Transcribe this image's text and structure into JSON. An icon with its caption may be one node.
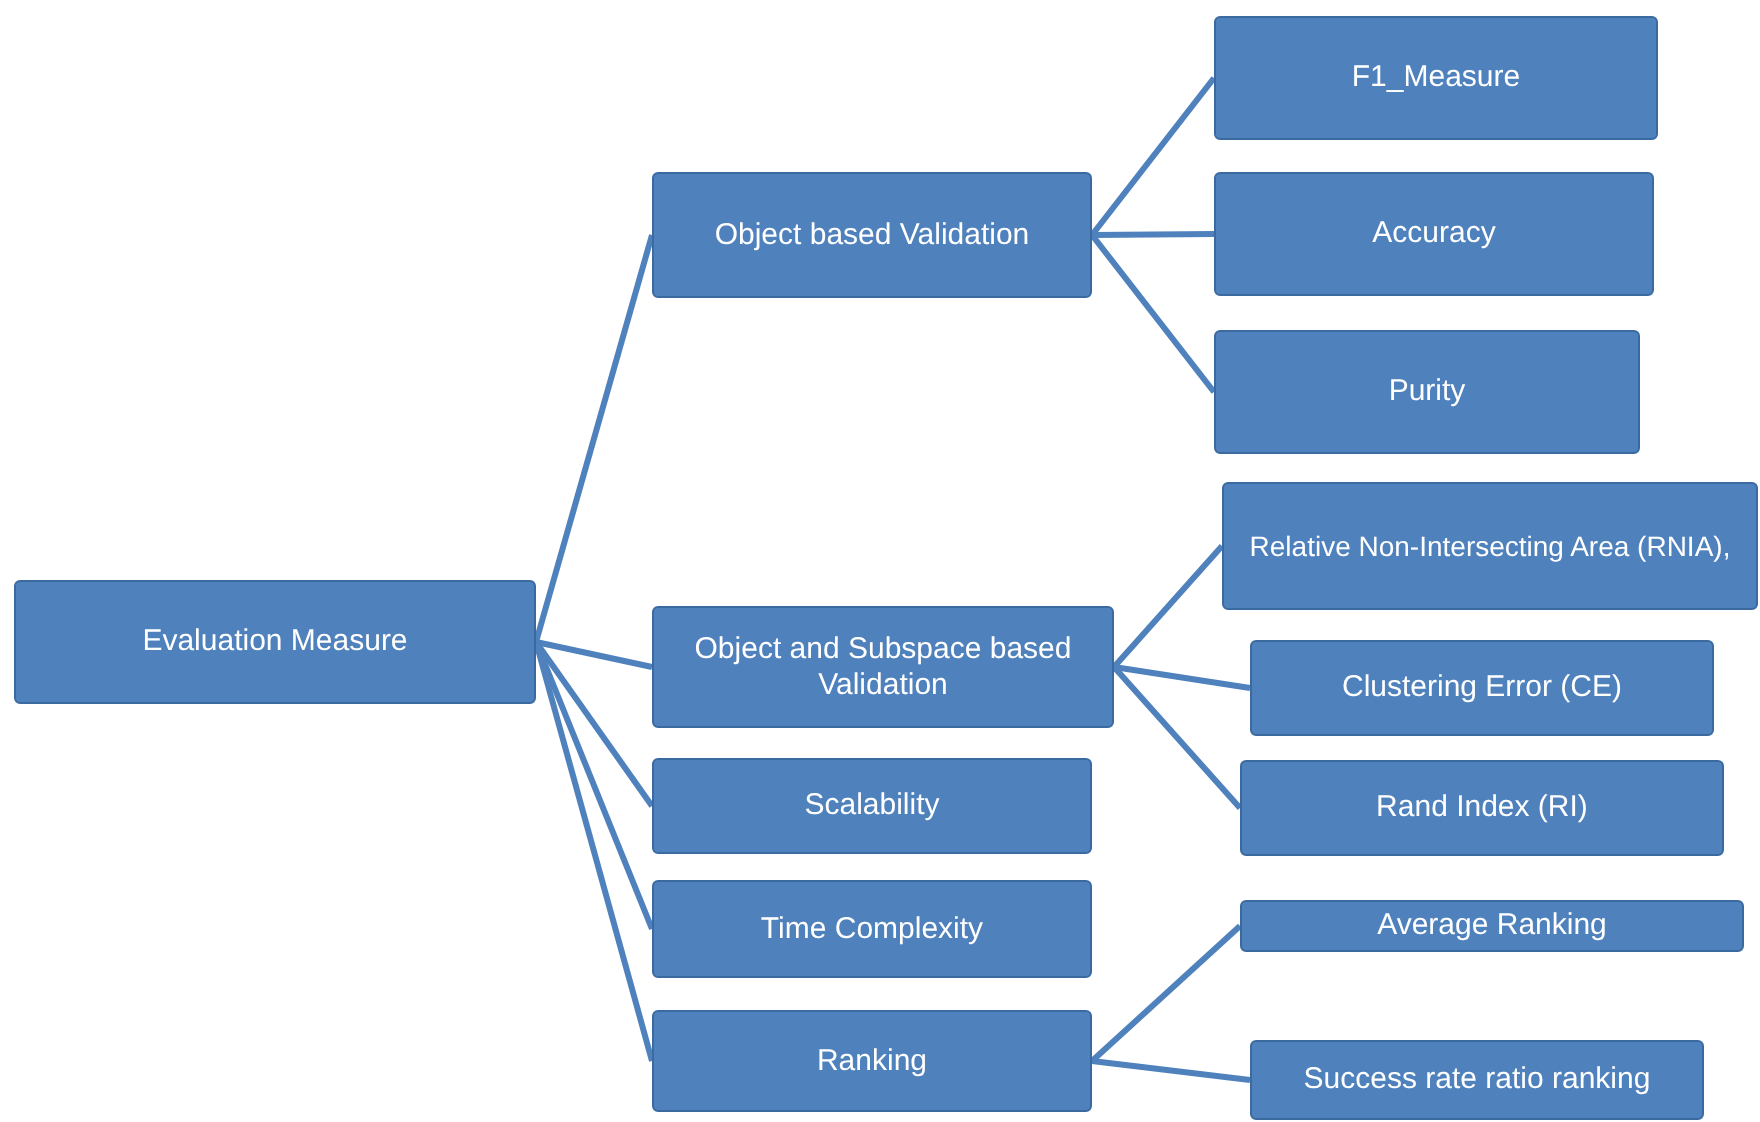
{
  "diagram": {
    "nodes": [
      {
        "text": [
          "Evaluation Measure"
        ]
      },
      {
        "text": [
          "Object based Validation"
        ]
      },
      {
        "text": [
          "Object and Subspace based Validation"
        ]
      },
      {
        "text": [
          "Scalability"
        ]
      },
      {
        "text": [
          "Time Complexity"
        ]
      },
      {
        "text": [
          "Ranking"
        ]
      },
      {
        "text": [
          "F1_Measure"
        ]
      },
      {
        "text": [
          "Accuracy"
        ]
      },
      {
        "text": [
          "Purity"
        ]
      },
      {
        "text": [
          "Relative Non-Intersecting Area (RNIA),"
        ]
      },
      {
        "text": [
          "Clustering Error (CE)"
        ]
      },
      {
        "text": [
          "Rand Index (RI)"
        ]
      },
      {
        "text": [
          "Average Ranking"
        ]
      },
      {
        "text": [
          "Success rate ratio ranking"
        ]
      }
    ],
    "edges": [
      {
        "from": 0,
        "to": 1,
        "arrow": "none"
      },
      {
        "from": 0,
        "to": 2,
        "arrow": "none"
      },
      {
        "from": 0,
        "to": 3,
        "arrow": "none"
      },
      {
        "from": 0,
        "to": 4,
        "arrow": "none"
      },
      {
        "from": 0,
        "to": 5,
        "arrow": "none"
      },
      {
        "from": 1,
        "to": 6,
        "arrow": "none"
      },
      {
        "from": 1,
        "to": 7,
        "arrow": "none"
      },
      {
        "from": 1,
        "to": 8,
        "arrow": "none"
      },
      {
        "from": 2,
        "to": 9,
        "arrow": "none"
      },
      {
        "from": 2,
        "to": 10,
        "arrow": "none"
      },
      {
        "from": 2,
        "to": 11,
        "arrow": "none"
      },
      {
        "from": 5,
        "to": 12,
        "arrow": "none"
      },
      {
        "from": 5,
        "to": 13,
        "arrow": "none"
      }
    ]
  }
}
